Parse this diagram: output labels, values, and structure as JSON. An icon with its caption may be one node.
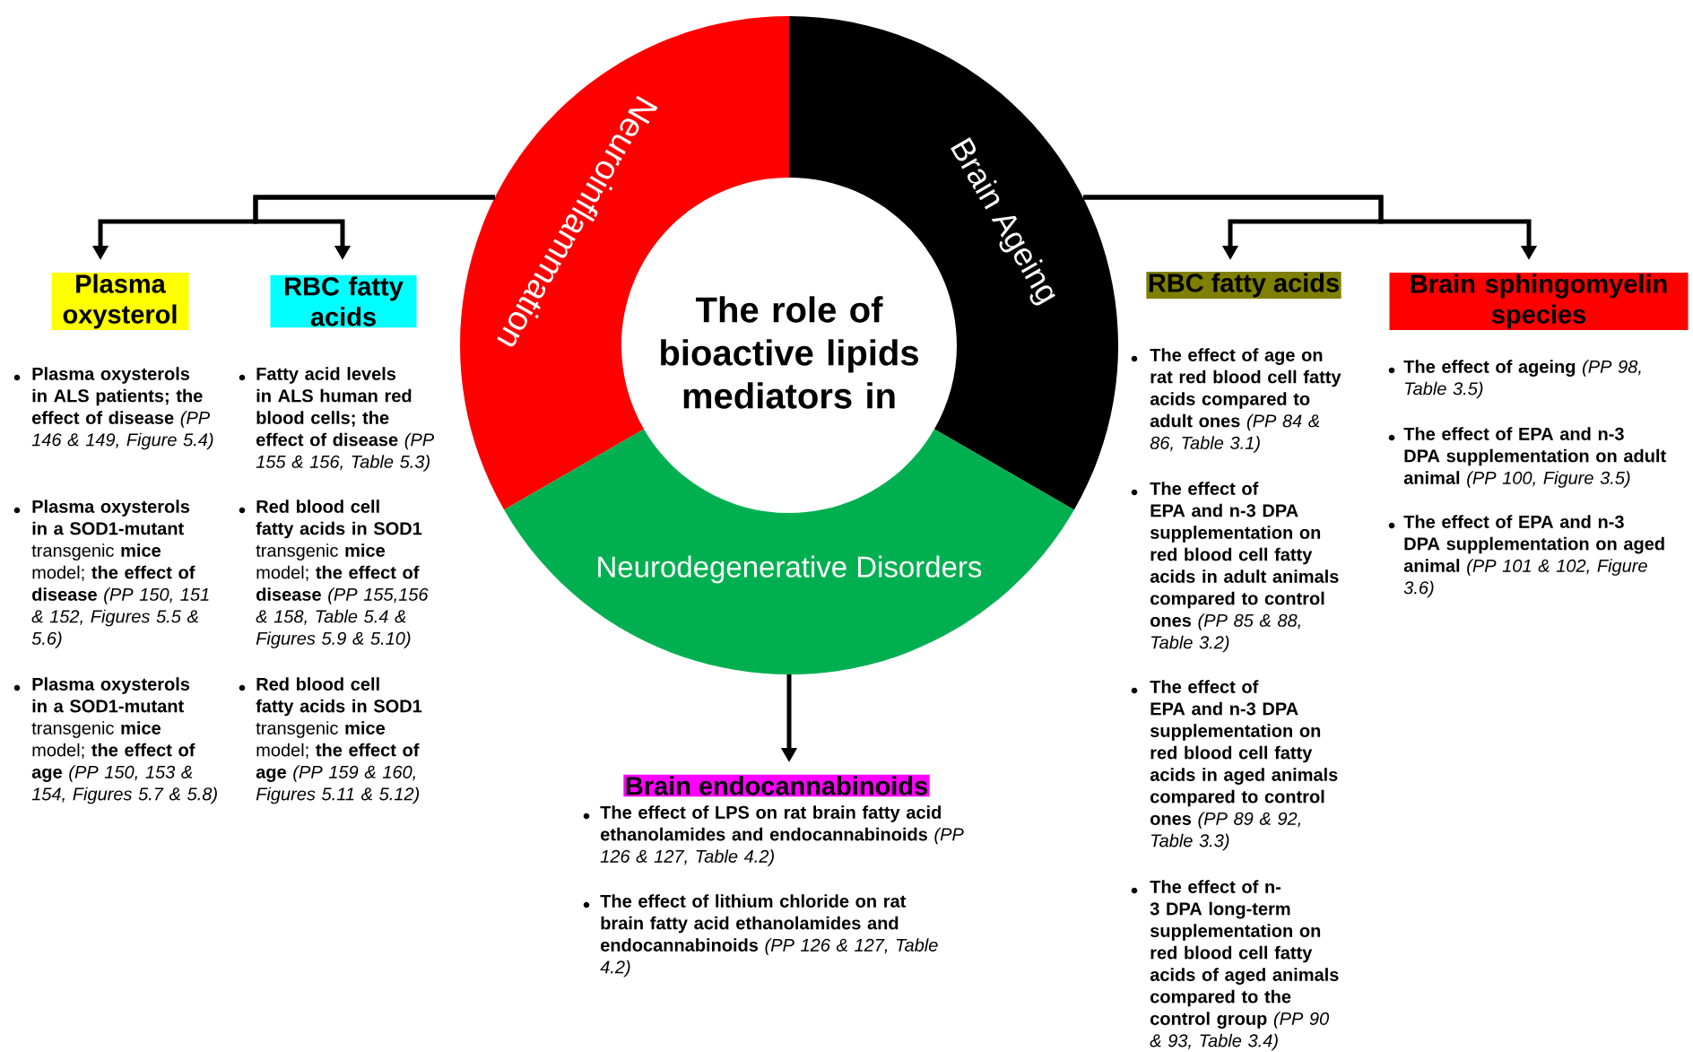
{
  "diagram": {
    "nodes": [
      {
        "text": [
          "The role of bioactive lipids mediators in"
        ]
      },
      {
        "text": [
          "Neuroinflammation"
        ]
      },
      {
        "text": [
          "Brain Ageing"
        ]
      },
      {
        "text": [
          "Neurodegenerative Disorders"
        ]
      },
      {
        "text": [
          "Plasma oxysterol"
        ]
      },
      {
        "text": [
          "RBC fatty acids"
        ]
      },
      {
        "text": [
          "RBC fatty acids"
        ]
      },
      {
        "text": [
          "Brain sphingomyelin species"
        ]
      },
      {
        "text": [
          "Brain endocannabinoids"
        ]
      }
    ],
    "edges": [
      {
        "from": 1,
        "to": 4,
        "arrow": "to"
      },
      {
        "from": 1,
        "to": 5,
        "arrow": "to"
      },
      {
        "from": 2,
        "to": 6,
        "arrow": "to"
      },
      {
        "from": 2,
        "to": 7,
        "arrow": "to"
      },
      {
        "from": 3,
        "to": 8,
        "arrow": "to"
      }
    ],
    "labels": [
      "**Plasma oxysterols in ALS patients; the effect of disease** *(PP 146 & 149, Figure 5.4)*",
      "**Fatty acid levels in ALS human red blood cells; the effect of disease** *(PP 155 & 156, Table 5.3)*",
      "**Plasma oxysterols in a SOD1-mutant** transgenic **mice** model; **the effect of disease** *(PP 150, 151 & 152, Figures 5.5 & 5.6)*",
      "**Red blood cell fatty acids in SOD1** transgenic **mice** model; **the effect of disease** *(PP 155,156 & 158, Table 5.4 & Figures 5.9 & 5.10)*",
      "**Plasma oxysterols in a SOD1-mutant** transgenic **mice** model; **the effect of age** *(PP 150, 153 & 154, Figures 5.7 & 5.8)*",
      "**Red blood cell fatty acids in SOD1** transgenic **mice** model; **the effect of age** *(PP 159 & 160, Figures 5.11 & 5.12)*",
      "**The effect of age on rat red blood cell fatty acids compared to adult ones** *(PP 84 & 86, Table 3.1)*",
      "**The effect of ageing** *(PP 98, Table 3.5)*",
      "**The effect of EPA and n-3 DPA supplementation on adult animal** *(PP 100, Figure 3.5)*",
      "**The effect of EPA and n-3 DPA supplementation on red blood cell fatty acids in adult animals compared to control ones** *(PP 85 & 88, Table 3.2)*",
      "**The effect of EPA and n-3 DPA supplementation on aged animal** *(PP 101 & 102, Figure 3.6)*",
      "**The effect of EPA and n-3 DPA supplementation on red blood cell fatty acids in aged animals compared to control ones** *(PP 89 & 92, Table 3.3)*",
      "**The effect of LPS on rat brain fatty acid ethanolamides and endocannabinoids** *(PP 126 & 127, Table 4.2)*",
      "**The effect of n-3 DPA long-term supplementation on red blood cell fatty acids of aged animals compared to the control group** *(PP 90 & 93, Table 3.4)*",
      "**The effect of lithium chloride on rat brain fatty acid ethanolamides and endocannabinoids** *(PP 126 & 127, Table 4.2)*"
    ]
  }
}
